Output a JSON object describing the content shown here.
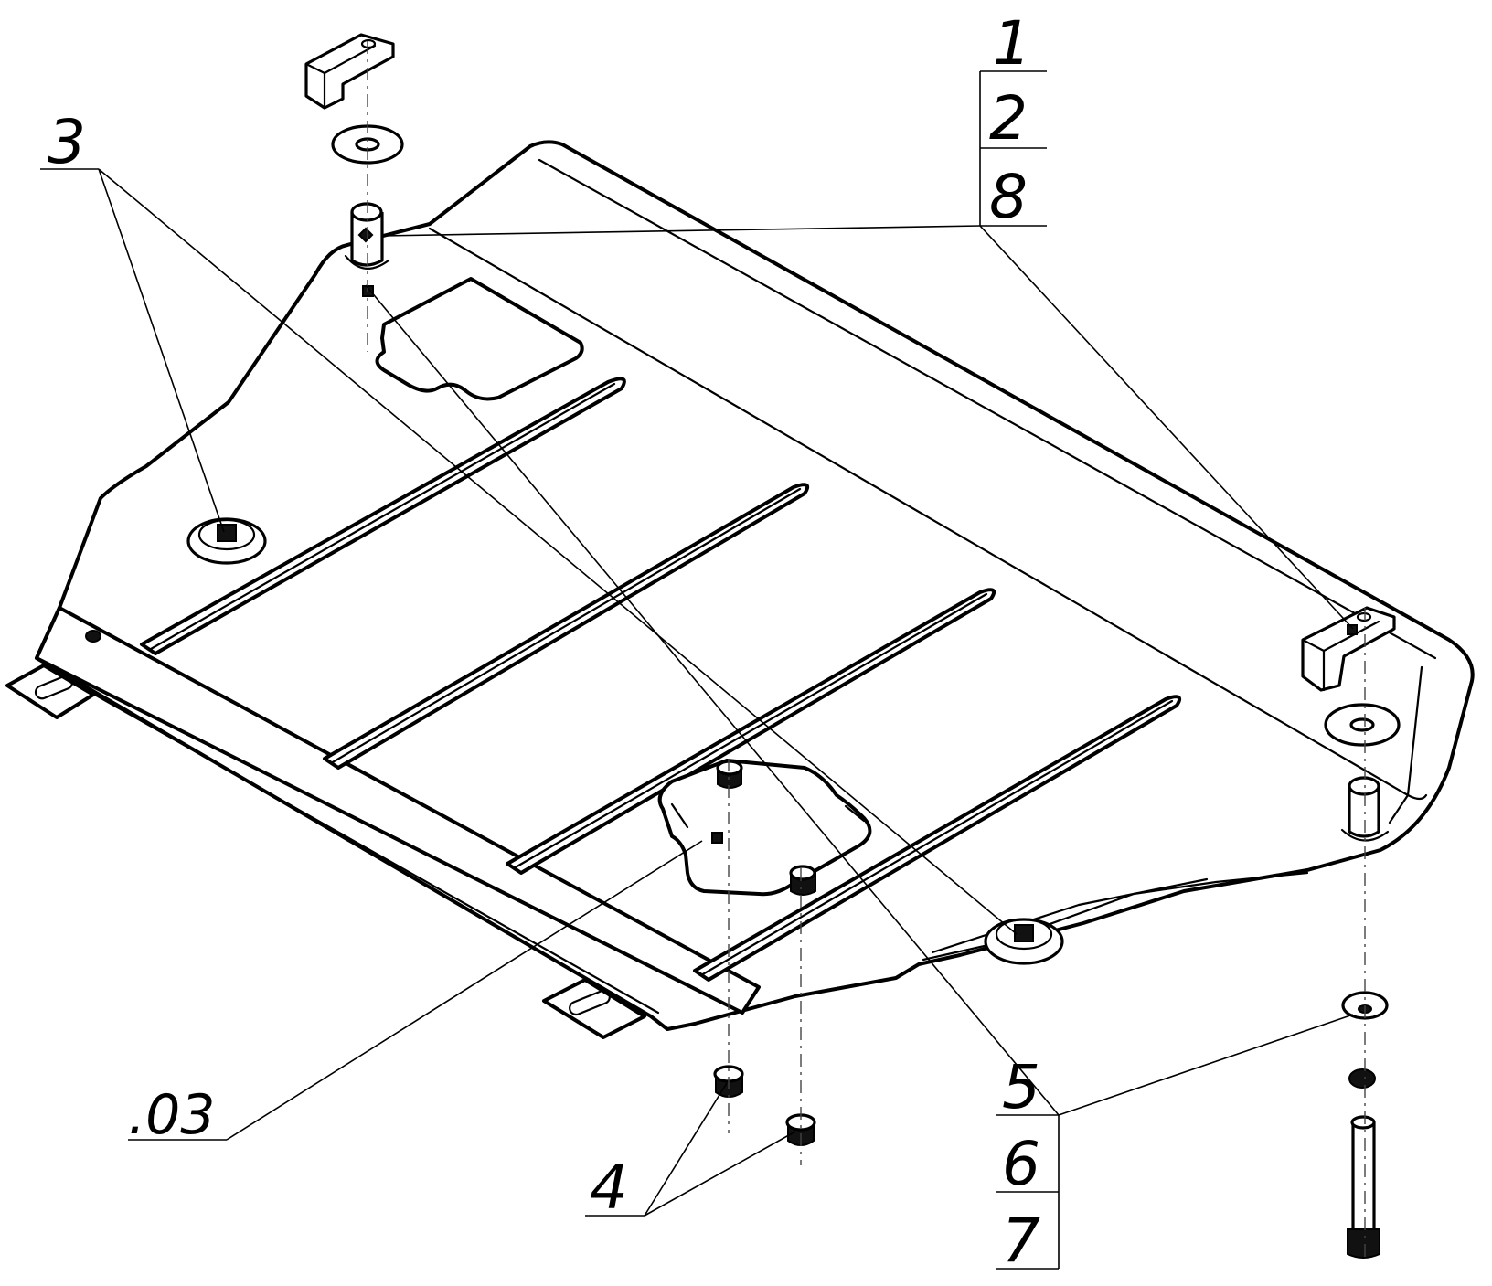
{
  "callouts": {
    "c1": "1",
    "c2": "2",
    "c8": "8",
    "c3": "3",
    "c03": ".03",
    "c4": "4",
    "c5": "5",
    "c6": "6",
    "c7": "7"
  },
  "colors": {
    "line": "#000000",
    "background": "#ffffff"
  }
}
